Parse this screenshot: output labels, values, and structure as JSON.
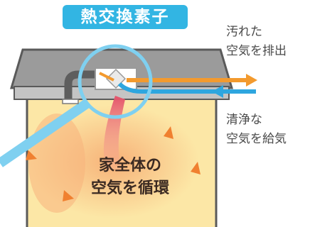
{
  "header": {
    "title": "熱交換素子"
  },
  "exhaust": {
    "line1": "汚れた",
    "line2": "空気を排出"
  },
  "supply": {
    "line1": "清浄な",
    "line2": "空気を給気"
  },
  "house": {
    "line1": "家全体の",
    "line2": "空気を循環"
  },
  "colors": {
    "badge": "#32b5e3",
    "exhaust_arrow": "#f39a2e",
    "supply_arrow": "#2ea6df",
    "roof": "#9a9a9a",
    "wall": "#fce7a6",
    "circulation": "#f5b27a",
    "magnifier": "#7fd0f0"
  }
}
